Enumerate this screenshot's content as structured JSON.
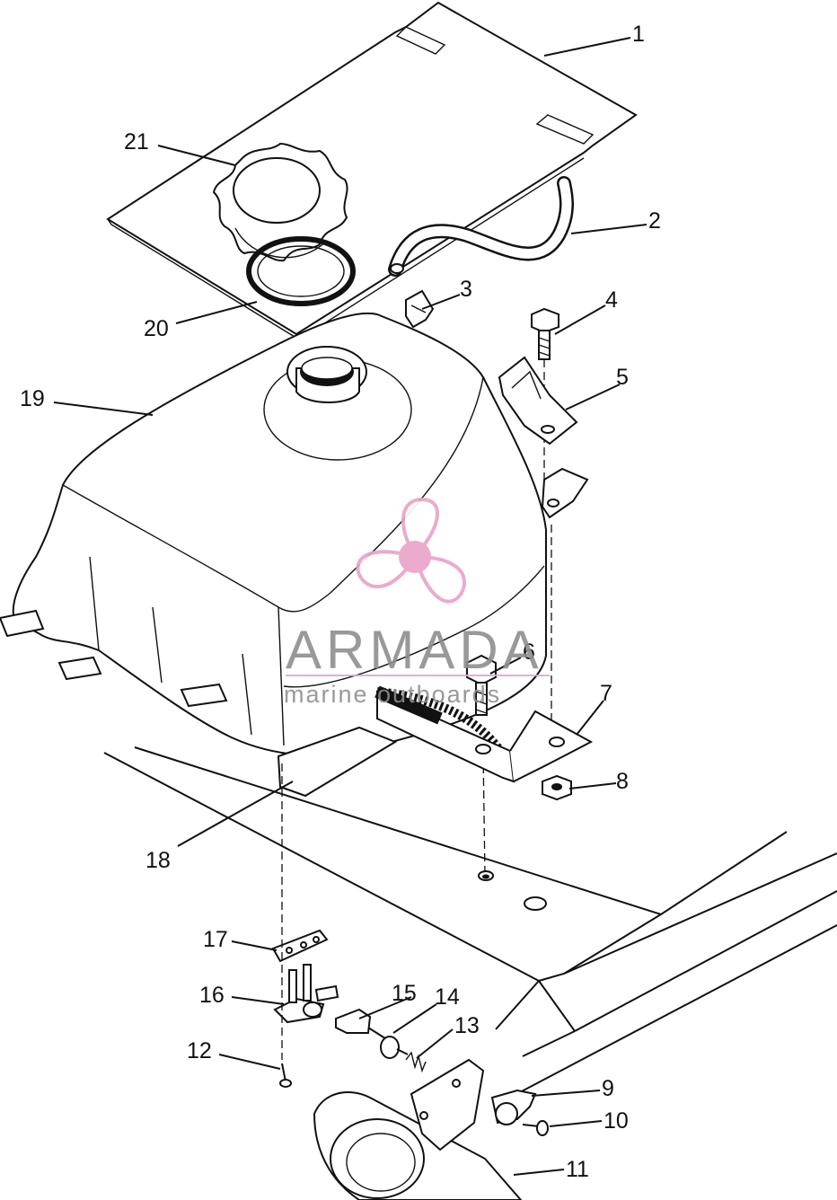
{
  "callouts": [
    {
      "id": "1",
      "label": "1"
    },
    {
      "id": "2",
      "label": "2"
    },
    {
      "id": "3",
      "label": "3"
    },
    {
      "id": "4",
      "label": "4"
    },
    {
      "id": "5",
      "label": "5"
    },
    {
      "id": "6",
      "label": "6"
    },
    {
      "id": "7",
      "label": "7"
    },
    {
      "id": "8",
      "label": "8"
    },
    {
      "id": "9",
      "label": "9"
    },
    {
      "id": "10",
      "label": "10"
    },
    {
      "id": "11",
      "label": "11"
    },
    {
      "id": "12",
      "label": "12"
    },
    {
      "id": "13",
      "label": "13"
    },
    {
      "id": "14",
      "label": "14"
    },
    {
      "id": "15",
      "label": "15"
    },
    {
      "id": "16",
      "label": "16"
    },
    {
      "id": "17",
      "label": "17"
    },
    {
      "id": "18",
      "label": "18"
    },
    {
      "id": "19",
      "label": "19"
    },
    {
      "id": "20",
      "label": "20"
    },
    {
      "id": "21",
      "label": "21"
    }
  ],
  "watermark": {
    "brand": "ARMADA",
    "tagline": "marine outboards",
    "logo_color": "#e8a2c8",
    "text_color": "#8e8e8e",
    "icon": "propeller-icon"
  }
}
